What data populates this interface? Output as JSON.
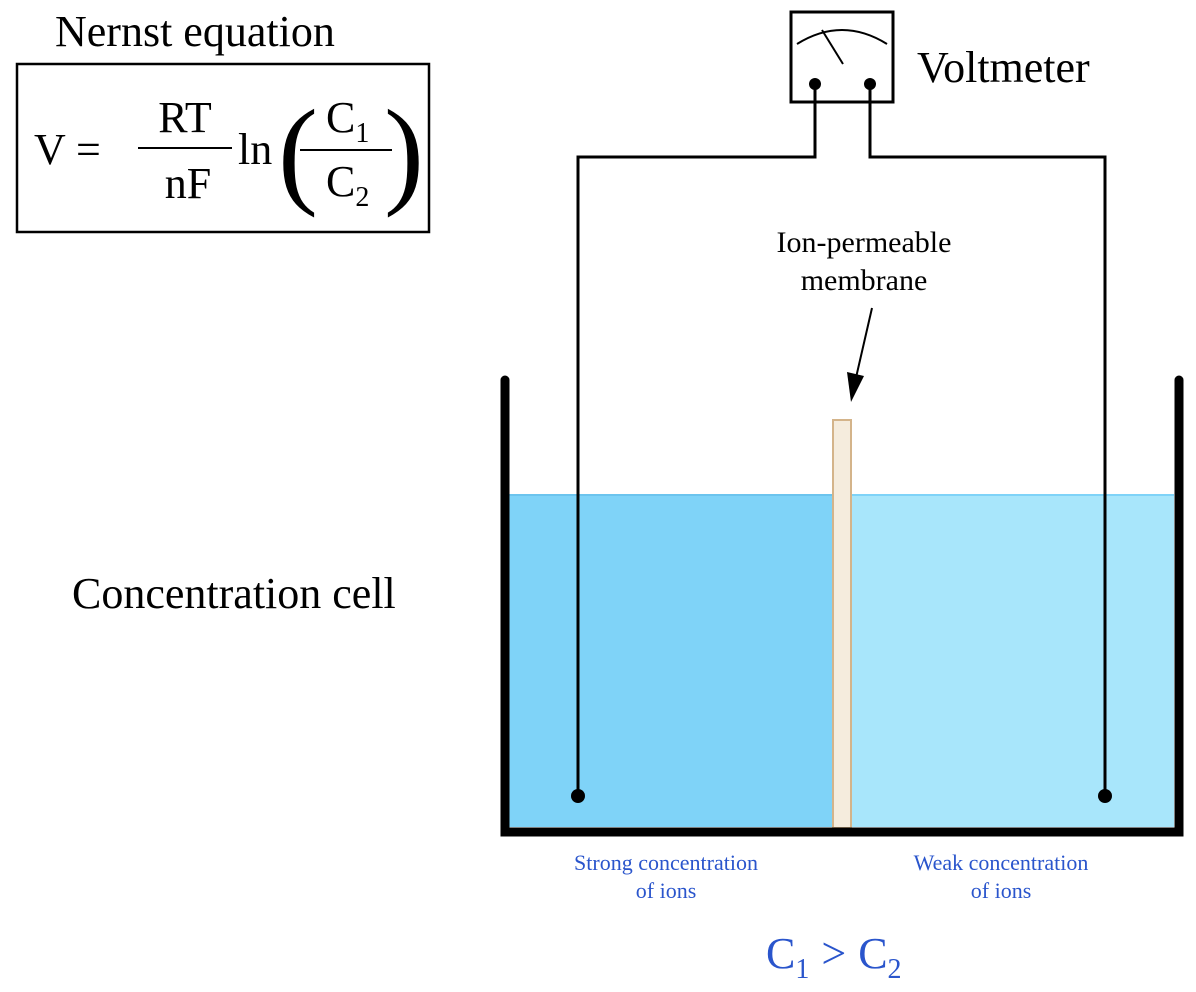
{
  "equation": {
    "title": "Nernst equation",
    "lhs": "V =",
    "numerator": "RT",
    "denominator": "nF",
    "ln": "ln",
    "inner_num_base": "C",
    "inner_num_sub": "1",
    "inner_den_base": "C",
    "inner_den_sub": "2"
  },
  "labels": {
    "voltmeter": "Voltmeter",
    "membrane_line1": "Ion-permeable",
    "membrane_line2": "membrane",
    "cell_title": "Concentration cell",
    "strong_line1": "Strong concentration",
    "strong_line2": "of ions",
    "weak_line1": "Weak concentration",
    "weak_line2": "of ions"
  },
  "comparison": {
    "left_base": "C",
    "left_sub": "1",
    "operator": ">",
    "right_base": "C",
    "right_sub": "2"
  },
  "colors": {
    "strong_fluid": "#7fd3f8",
    "weak_fluid": "#a8e6fb",
    "membrane": "#f5ecdd",
    "membrane_border": "#d4b48a",
    "annotation": "#2a55cc"
  }
}
